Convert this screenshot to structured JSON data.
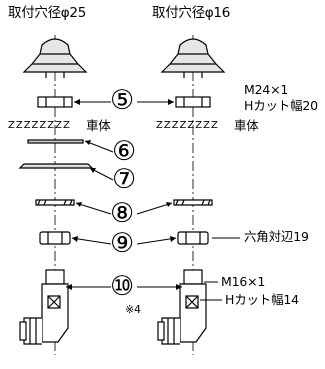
{
  "titles": {
    "left": "取付穴径φ25",
    "right": "取付穴径φ16"
  },
  "callouts": [
    "⑤",
    "⑥",
    "⑦",
    "⑧",
    "⑨",
    "⑩"
  ],
  "labels": {
    "body_left": "車体",
    "body_right": "車体",
    "m24": "M24×1",
    "h20": "Hカット幅20",
    "hex19": "六角対辺19",
    "m16": "M16×1",
    "h14": "Hカット幅14",
    "note": "※4"
  },
  "symbols": {
    "body_hatch": "ZZZZZZZZ",
    "x_mark": "X"
  }
}
